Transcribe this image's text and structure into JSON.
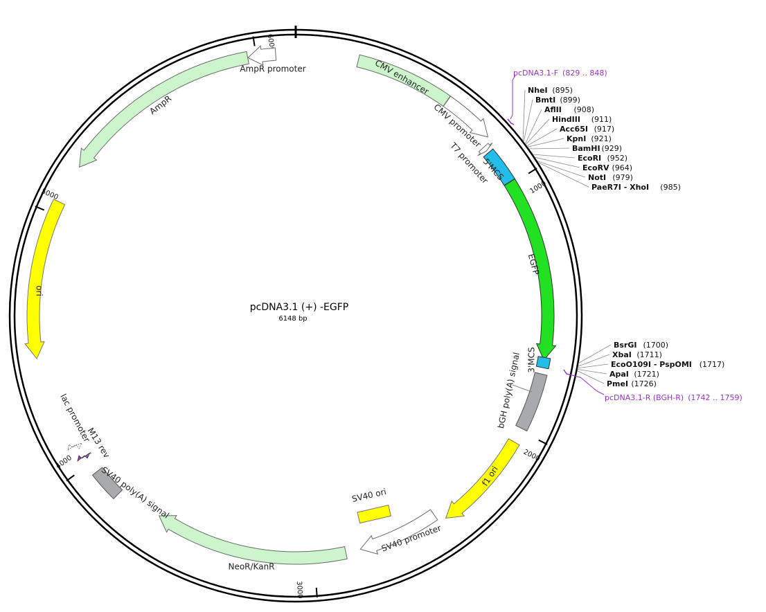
{
  "plasmid": {
    "name": "pcDNA3.1 (+) -EGFP",
    "size": "6148 bp",
    "length_bp": 6148
  },
  "ticks": [
    {
      "pos": 1000,
      "label": "1000"
    },
    {
      "pos": 2000,
      "label": "2000"
    },
    {
      "pos": 3000,
      "label": "3000"
    },
    {
      "pos": 4000,
      "label": "4000"
    },
    {
      "pos": 5000,
      "label": "5000"
    },
    {
      "pos": 6000,
      "label": "6000"
    }
  ],
  "features": [
    {
      "id": "cmv-enhancer",
      "label": "CMV enhancer",
      "start": 235,
      "end": 600,
      "color": "#ccf5cc",
      "stroke": "#6a6a6a",
      "dir": "none",
      "track": 0
    },
    {
      "id": "cmv-promoter",
      "label": "CMV promoter",
      "start": 601,
      "end": 804,
      "color": "#ffffff",
      "stroke": "#6a6a6a",
      "dir": "fwd",
      "track": 0
    },
    {
      "id": "t7-promoter",
      "label": "T7 promoter",
      "start": 822,
      "end": 840,
      "color": "#ffffff",
      "stroke": "#6a6a6a",
      "dir": "fwd",
      "track": 1
    },
    {
      "id": "5mcs",
      "label": "5'MCS",
      "start": 850,
      "end": 990,
      "color": "#22bde8",
      "stroke": "#333333",
      "dir": "none",
      "track": 1
    },
    {
      "id": "egfp",
      "label": "EGFP",
      "start": 991,
      "end": 1710,
      "color": "#22e022",
      "stroke": "#333333",
      "dir": "fwd",
      "track": 1
    },
    {
      "id": "3mcs",
      "label": "3'MCS",
      "start": 1700,
      "end": 1740,
      "color": "#22bde8",
      "stroke": "#333333",
      "dir": "none",
      "track": 1
    },
    {
      "id": "bgh-polya",
      "label": "bGH poly(A) signal",
      "start": 1765,
      "end": 1990,
      "color": "#a8aaad",
      "stroke": "#555555",
      "dir": "none",
      "track": 1
    },
    {
      "id": "f1-ori",
      "label": "f1 ori",
      "start": 2050,
      "end": 2450,
      "color": "#ffff00",
      "stroke": "#777777",
      "dir": "fwd",
      "track": 1
    },
    {
      "id": "sv40-promoter",
      "label": "SV40 promoter",
      "start": 2480,
      "end": 2810,
      "color": "#ffffff",
      "stroke": "#6a6a6a",
      "dir": "fwd",
      "track": 2
    },
    {
      "id": "neor",
      "label": "NeoR/KanR",
      "start": 2870,
      "end": 3660,
      "color": "#ccf5cc",
      "stroke": "#6a6a6a",
      "dir": "fwd",
      "track": 2
    },
    {
      "id": "sv40-polya",
      "label": "SV40 poly(A) signal",
      "start": 3840,
      "end": 3960,
      "color": "#a8aaad",
      "stroke": "#555555",
      "dir": "none",
      "track": 1
    },
    {
      "id": "ori",
      "label": "ori",
      "start": 4450,
      "end": 5050,
      "color": "#ffff00",
      "stroke": "#777777",
      "dir": "rev",
      "track": 0
    },
    {
      "id": "ampr",
      "label": "AmpR",
      "start": 5200,
      "end": 5968,
      "color": "#ccf5cc",
      "stroke": "#6a6a6a",
      "dir": "rev",
      "track": 0
    },
    {
      "id": "ampr-promoter",
      "label": "AmpR promoter",
      "start": 5969,
      "end": 6073,
      "color": "#ffffff",
      "stroke": "#6a6a6a",
      "dir": "rev",
      "track": 0
    }
  ],
  "sv40_ori": {
    "label": "SV40 ori",
    "color": "#ffff00"
  },
  "small_features": [
    {
      "id": "m13-rev",
      "label": "M13 rev",
      "pos": 4070,
      "color": "#9932cc"
    },
    {
      "id": "lac-promoter",
      "label": "lac promoter",
      "pos": 4100,
      "color": "#ffffff"
    }
  ],
  "sites_top": [
    {
      "name": "NheI",
      "pos": "(895)",
      "bp": 895
    },
    {
      "name": "BmtI",
      "pos": "(899)",
      "bp": 899
    },
    {
      "name": "AflII",
      "pos": "(908)",
      "bp": 908
    },
    {
      "name": "HindIII",
      "pos": "(911)",
      "bp": 911
    },
    {
      "name": "Acc65I",
      "pos": "(917)",
      "bp": 917
    },
    {
      "name": "KpnI",
      "pos": "(921)",
      "bp": 921
    },
    {
      "name": "BamHI",
      "pos": "(929)",
      "bp": 929
    },
    {
      "name": "EcoRI",
      "pos": "(952)",
      "bp": 952
    },
    {
      "name": "EcoRV",
      "pos": "(964)",
      "bp": 964
    },
    {
      "name": "NotI",
      "pos": "(979)",
      "bp": 979
    },
    {
      "name": "PaeR7I - XhoI",
      "pos": "(985)",
      "bp": 985
    }
  ],
  "sites_bottom": [
    {
      "name": "BsrGI",
      "pos": "(1700)",
      "bp": 1700
    },
    {
      "name": "XbaI",
      "pos": "(1711)",
      "bp": 1711
    },
    {
      "name": "EcoO109I - PspOMI",
      "pos": "(1717)",
      "bp": 1717
    },
    {
      "name": "ApaI",
      "pos": "(1721)",
      "bp": 1721
    },
    {
      "name": "PmeI",
      "pos": "(1726)",
      "bp": 1726
    }
  ],
  "primers": [
    {
      "id": "pcdna31-f",
      "label": "pcDNA3.1-F",
      "range": "(829 .. 848)",
      "bp": 838
    },
    {
      "id": "pcdna31-r",
      "label": "pcDNA3.1-R (BGH-R)",
      "range": "(1742 .. 1759)",
      "bp": 1750
    }
  ],
  "colors": {
    "backbone": "#000000",
    "primer": "#9932cc",
    "site_line": "#888888"
  }
}
